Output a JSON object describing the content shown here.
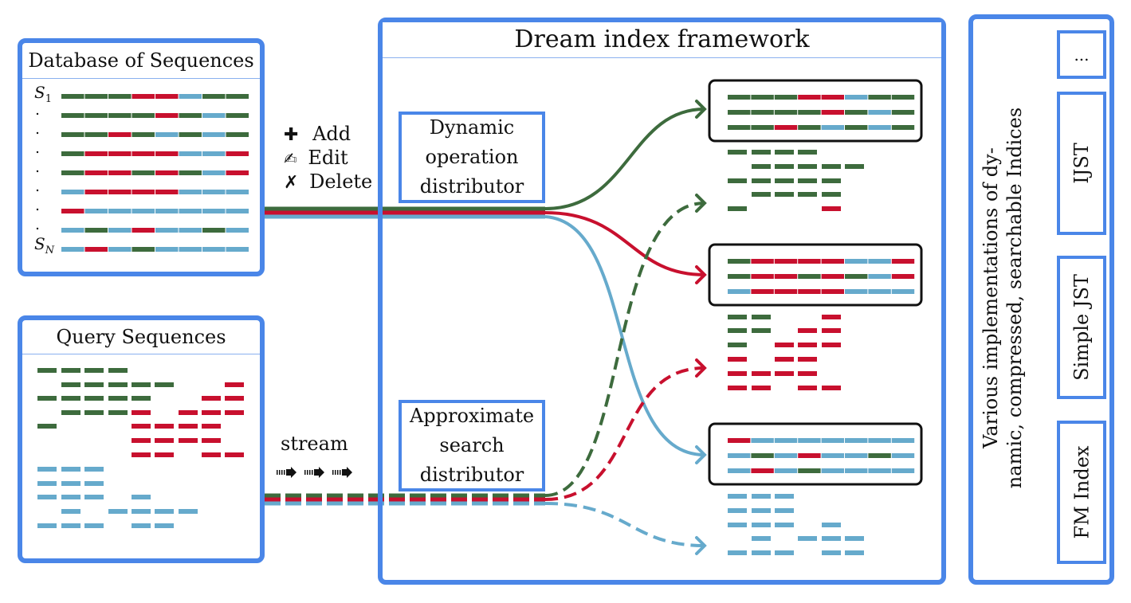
{
  "title": "Dream index framework",
  "database": {
    "title": "Database of Sequences",
    "first_label": "S",
    "first_sub": "1",
    "last_label": "S",
    "last_sub": "N"
  },
  "queries": {
    "title": "Query Sequences"
  },
  "operations": [
    {
      "icon": "plus-icon",
      "glyph": "✚",
      "label": "Add"
    },
    {
      "icon": "edit-icon",
      "glyph": "✍",
      "label": "Edit"
    },
    {
      "icon": "cross-icon",
      "glyph": "✗",
      "label": "Delete"
    }
  ],
  "stream_label": "stream",
  "dynamic_box": {
    "line1": "Dynamic",
    "line2": "operation",
    "line3": "distributor"
  },
  "search_box": {
    "line1": "Approximate",
    "line2": "search",
    "line3": "distributor"
  },
  "implementations": {
    "caption_line1": "Various implementations of dy-",
    "caption_line2": "namic, compressed, searchable Indices",
    "items": [
      "...",
      "IJST",
      "Simple JST",
      "FM Index"
    ]
  },
  "colors": {
    "green": "#3d6b3d",
    "red": "#c8102e",
    "blue": "#66aacc",
    "frame": "#4a86e8"
  }
}
